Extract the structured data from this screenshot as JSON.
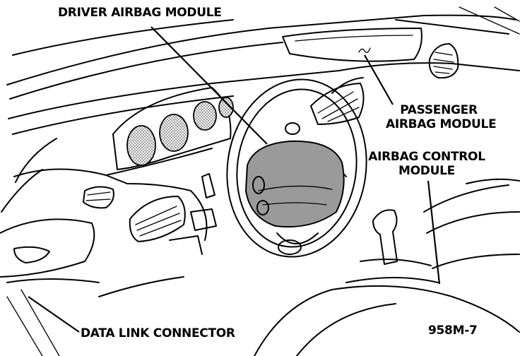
{
  "labels": {
    "driver_airbag": "DRIVER AIRBAG MODULE",
    "passenger_line1": "PASSENGER",
    "passenger_line2": "AIRBAG MODULE",
    "control_line1": "AIRBAG CONTROL",
    "control_line2": "MODULE",
    "data_link": "DATA LINK CONNECTOR",
    "figure_id": "958M-7"
  },
  "colors": {
    "ink": "#000000",
    "paper": "#ffffff",
    "shading": "#9a9a9a"
  }
}
